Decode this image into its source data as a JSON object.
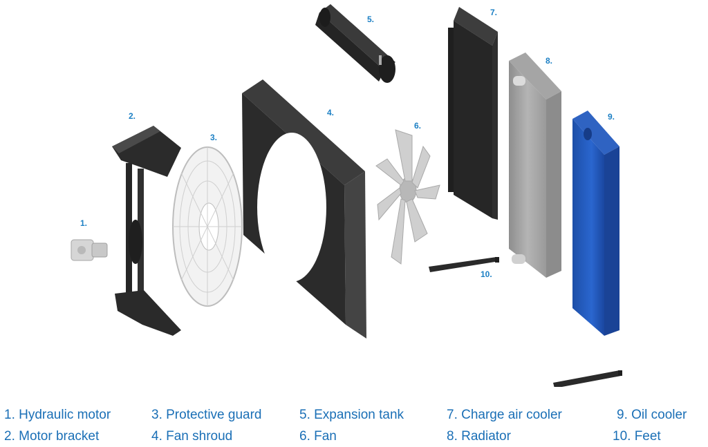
{
  "accent_color": "#1b7fc4",
  "callouts": [
    "1.",
    "2.",
    "3.",
    "4.",
    "5.",
    "6.",
    "7.",
    "8.",
    "9.",
    "10."
  ],
  "legend": [
    "1. Hydraulic motor",
    "2. Motor bracket",
    "3. Protective guard",
    "4. Fan shroud",
    "5. Expansion tank",
    "6. Fan",
    "7. Charge air cooler",
    "8. Radiator",
    "9. Oil cooler",
    "10. Feet"
  ]
}
